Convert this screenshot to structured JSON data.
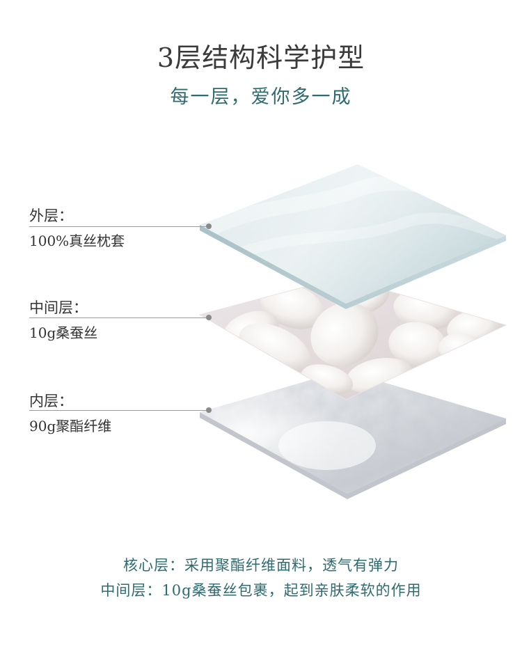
{
  "header": {
    "title": "3层结构科学护型",
    "subtitle": "每一层，爱你多一成"
  },
  "layers": [
    {
      "name": "外层：",
      "desc": "100%真丝枕套"
    },
    {
      "name": "中间层：",
      "desc": "10g桑蚕丝"
    },
    {
      "name": "内层：",
      "desc": "90g聚酯纤维"
    }
  ],
  "footer": {
    "line1": "核心层：采用聚酯纤维面料，透气有弹力",
    "line2": "中间层：10g桑蚕丝包裹，起到亲肤柔软的作用"
  },
  "colors": {
    "accent": "#2e6b6f",
    "title": "#3a3a3a"
  }
}
